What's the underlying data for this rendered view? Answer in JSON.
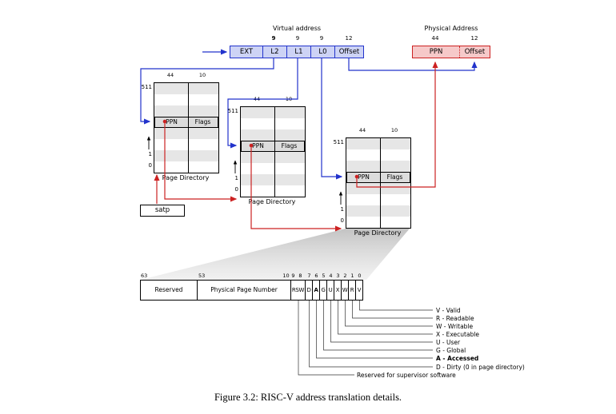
{
  "virtual_address": {
    "title": "Virtual address",
    "segments": [
      {
        "label": "EXT",
        "bits": ""
      },
      {
        "label": "L2",
        "bits": "9"
      },
      {
        "label": "L1",
        "bits": "9"
      },
      {
        "label": "L0",
        "bits": "9"
      },
      {
        "label": "Offset",
        "bits": "12"
      }
    ]
  },
  "physical_address": {
    "title": "Physical Address",
    "segments": [
      {
        "label": "PPN",
        "bits": "44"
      },
      {
        "label": "Offset",
        "bits": "12"
      }
    ]
  },
  "page_directory": {
    "col_bits_high": "44",
    "col_bits_low": "10",
    "index_top": "511",
    "index_one": "1",
    "index_zero": "0",
    "entry_ppn": "PPN",
    "entry_flags": "Flags",
    "caption": "Page Directory"
  },
  "satp": {
    "label": "satp"
  },
  "pte": {
    "bit_63": "63",
    "bit_53": "53",
    "bit_numbers": [
      "10",
      "9",
      "8",
      "7",
      "6",
      "5",
      "4",
      "3",
      "2",
      "1",
      "0"
    ],
    "fields": [
      "Reserved",
      "Physical Page Number",
      "RSW",
      "D",
      "A",
      "G",
      "U",
      "X",
      "W",
      "R",
      "V"
    ]
  },
  "legend": [
    "V - Valid",
    "R - Readable",
    "W - Writable",
    "X - Executable",
    "U - User",
    "G - Global",
    "A - Accessed",
    "D - Dirty (0 in page directory)",
    "Reserved for supervisor software"
  ],
  "caption": "Figure 3.2: RISC-V address translation details.",
  "colors": {
    "virtual_border": "#2233cc",
    "virtual_fill": "#cdd3f5",
    "physical_border": "#cc2222",
    "physical_fill": "#f6c9c9",
    "stripe_gray": "#e6e6e6"
  }
}
